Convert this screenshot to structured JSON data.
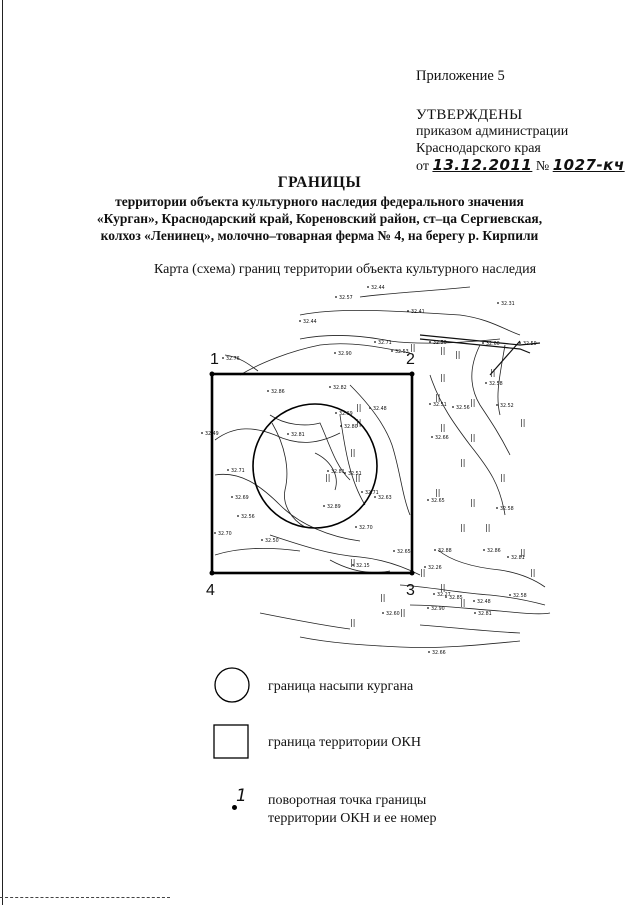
{
  "header": {
    "appendix": "Приложение 5",
    "approved": "УТВЕРЖДЕНЫ",
    "order_line1": "приказом администрации",
    "order_line2": "Краснодарского края",
    "order_from": "от",
    "order_date": "13.12.2011",
    "order_no_label": "№",
    "order_number": "1027-кч"
  },
  "title": {
    "main": "ГРАНИЦЫ",
    "line1": "территории объекта культурного наследия федерального значения",
    "line2": "«Курган», Краснодарский край, Кореновский район, ст–ца Сергиевская,",
    "line3": "колхоз «Ленинец», молочно–товарная ферма № 4, на берегу р. Кирпили"
  },
  "map": {
    "caption": "Карта (схема) границ территории объекта культурного наследия",
    "corner_points": [
      "1",
      "2",
      "3",
      "4"
    ],
    "spot_heights": [
      "32.44",
      "32.57",
      "32.41",
      "32.31",
      "32.44",
      "32.71",
      "32.76",
      "32.50",
      "32.90",
      "32.60",
      "32.59",
      "32.53",
      "32.86",
      "32.82",
      "32.48",
      "32.69",
      "32.58",
      "32.49",
      "32.81",
      "32.80",
      "32.51",
      "32.56",
      "32.52",
      "32.66",
      "32.71",
      "32.81",
      "32.51",
      "32.69",
      "32.71",
      "32.63",
      "32.89",
      "32.65",
      "32.58",
      "32.56",
      "32.50",
      "32.70",
      "32.70",
      "32.15",
      "32.65",
      "32.88",
      "32.86",
      "32.26",
      "32.27",
      "32.85",
      "32.48",
      "32.58",
      "32.90",
      "32.81",
      "32.81",
      "32.60",
      "32.66"
    ]
  },
  "legend": {
    "mound_label": "граница насыпи кургана",
    "territory_label": "граница территории ОКН",
    "point_symbol": "1",
    "point_label_line1": "поворотная точка границы",
    "point_label_line2": "территории ОКН и ее номер"
  }
}
